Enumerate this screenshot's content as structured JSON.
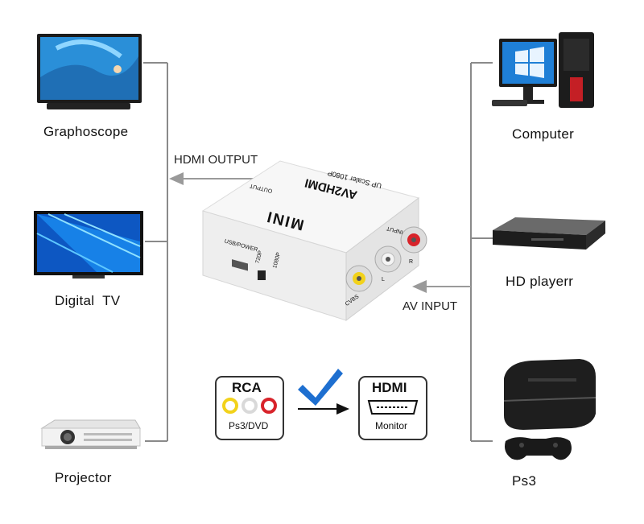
{
  "left_devices": [
    {
      "label": "Graphoscope",
      "icon": "widescreen-tv-icon"
    },
    {
      "label": "Digital  TV",
      "icon": "flat-tv-icon"
    },
    {
      "label": "Projector",
      "icon": "projector-icon"
    }
  ],
  "right_devices": [
    {
      "label": "Computer",
      "icon": "desktop-computer-icon"
    },
    {
      "label": "HD playerr",
      "icon": "hd-player-icon"
    },
    {
      "label": "Ps3",
      "icon": "game-console-icon"
    }
  ],
  "flows": {
    "output_label": "HDMI OUTPUT",
    "input_label": "AV INPUT"
  },
  "converter": {
    "brand": "MINI",
    "model": "AV2HDMI",
    "subtitle": "UP Scaler 1080P",
    "output_port": "OUTPUT",
    "input_port": "INPUT",
    "usb_label": "USB/POWER",
    "switch_720": "720P",
    "switch_1080": "1080P",
    "cvbs_label": "CVBS",
    "l_label": "L",
    "r_label": "R"
  },
  "conversion": {
    "source_title": "RCA",
    "source_caption": "Ps3/DVD",
    "target_title": "HDMI",
    "target_caption": "Monitor"
  },
  "colors": {
    "line": "#8a8a8a",
    "check": "#1e6fd0",
    "rca_yellow": "#f2d21b",
    "rca_white": "#e8e8e8",
    "rca_red": "#d8232a"
  }
}
